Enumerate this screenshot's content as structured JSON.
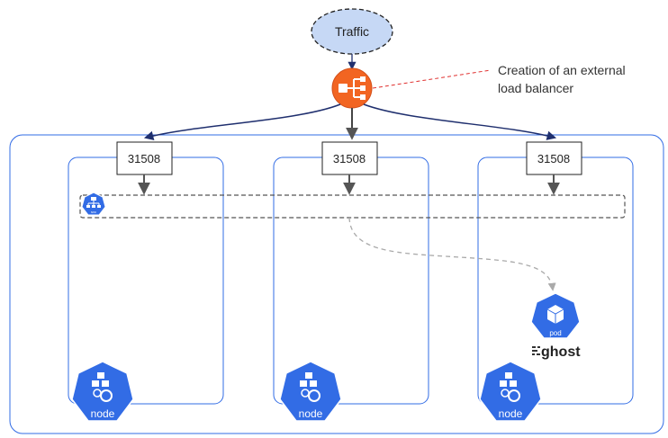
{
  "traffic": {
    "label": "Traffic"
  },
  "annotation": {
    "line1": "Creation of an external",
    "line2": "load balancer"
  },
  "ports": [
    "31508",
    "31508",
    "31508"
  ],
  "service": {
    "label": "svc"
  },
  "pod": {
    "label": "pod",
    "brand": "ghost"
  },
  "nodes": [
    "node",
    "node",
    "node"
  ],
  "colors": {
    "kube_blue": "#326ce5",
    "lb_orange": "#f26522",
    "traffic_fill": "#c6d8f5",
    "arrow_dark": "#1f2f6e",
    "connector_gray": "#555555",
    "dashed_gray": "#aaaaaa",
    "annotation_red": "#e0302f"
  }
}
